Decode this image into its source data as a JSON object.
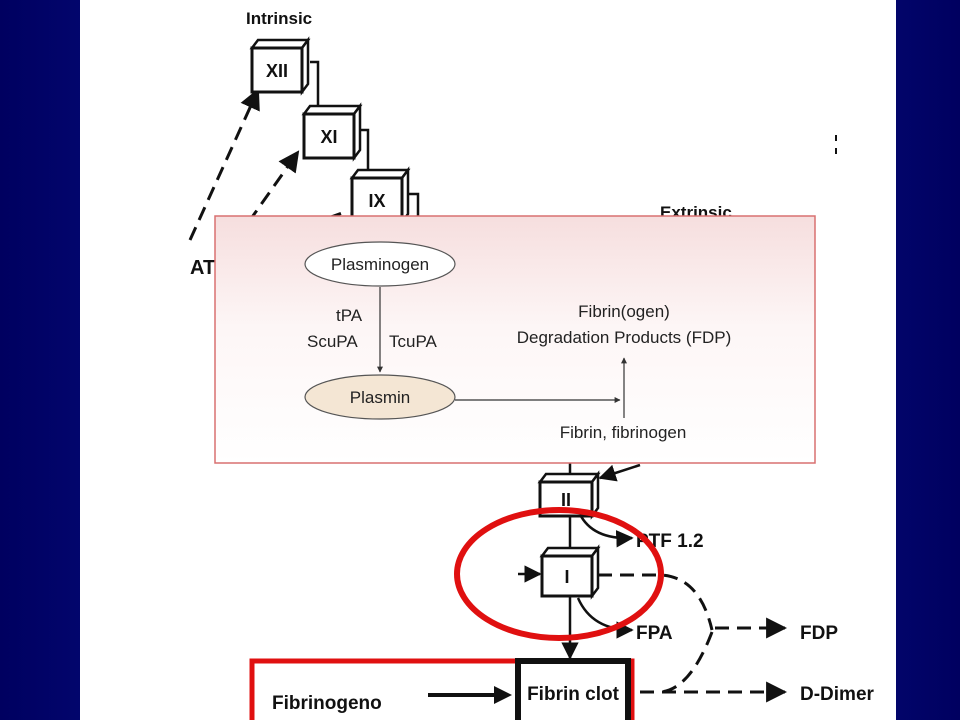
{
  "cascade": {
    "intrinsic_label": "Intrinsic",
    "extrinsic_label": "Extrinsic",
    "at_label": "AT",
    "factors": [
      "XII",
      "XI",
      "IX",
      "II",
      "I"
    ],
    "ptf_label": "PTF 1.2",
    "fpa_label": "FPA",
    "fdp_label": "FDP",
    "fibrin_clot_label": "Fibrin clot",
    "d_dimer_label": "D-Dimer"
  },
  "inset": {
    "plasminogen": "Plasminogen",
    "tpa": "tPA",
    "scupa": "ScuPA",
    "tcupa": "TcuPA",
    "plasmin": "Plasmin",
    "fdp_line1": "Fibrin(ogen)",
    "fdp_line2": "Degradation Products (FDP)",
    "fibrin_fibrinogen": "Fibrin, fibrinogen"
  },
  "callout": {
    "fibrinogeno": "Fibrinogeno"
  },
  "colors": {
    "background": "#0a1a9a",
    "highlight_red": "#e01010",
    "inset_border": "#d97070",
    "plasmin_fill": "#f4e6d4"
  }
}
